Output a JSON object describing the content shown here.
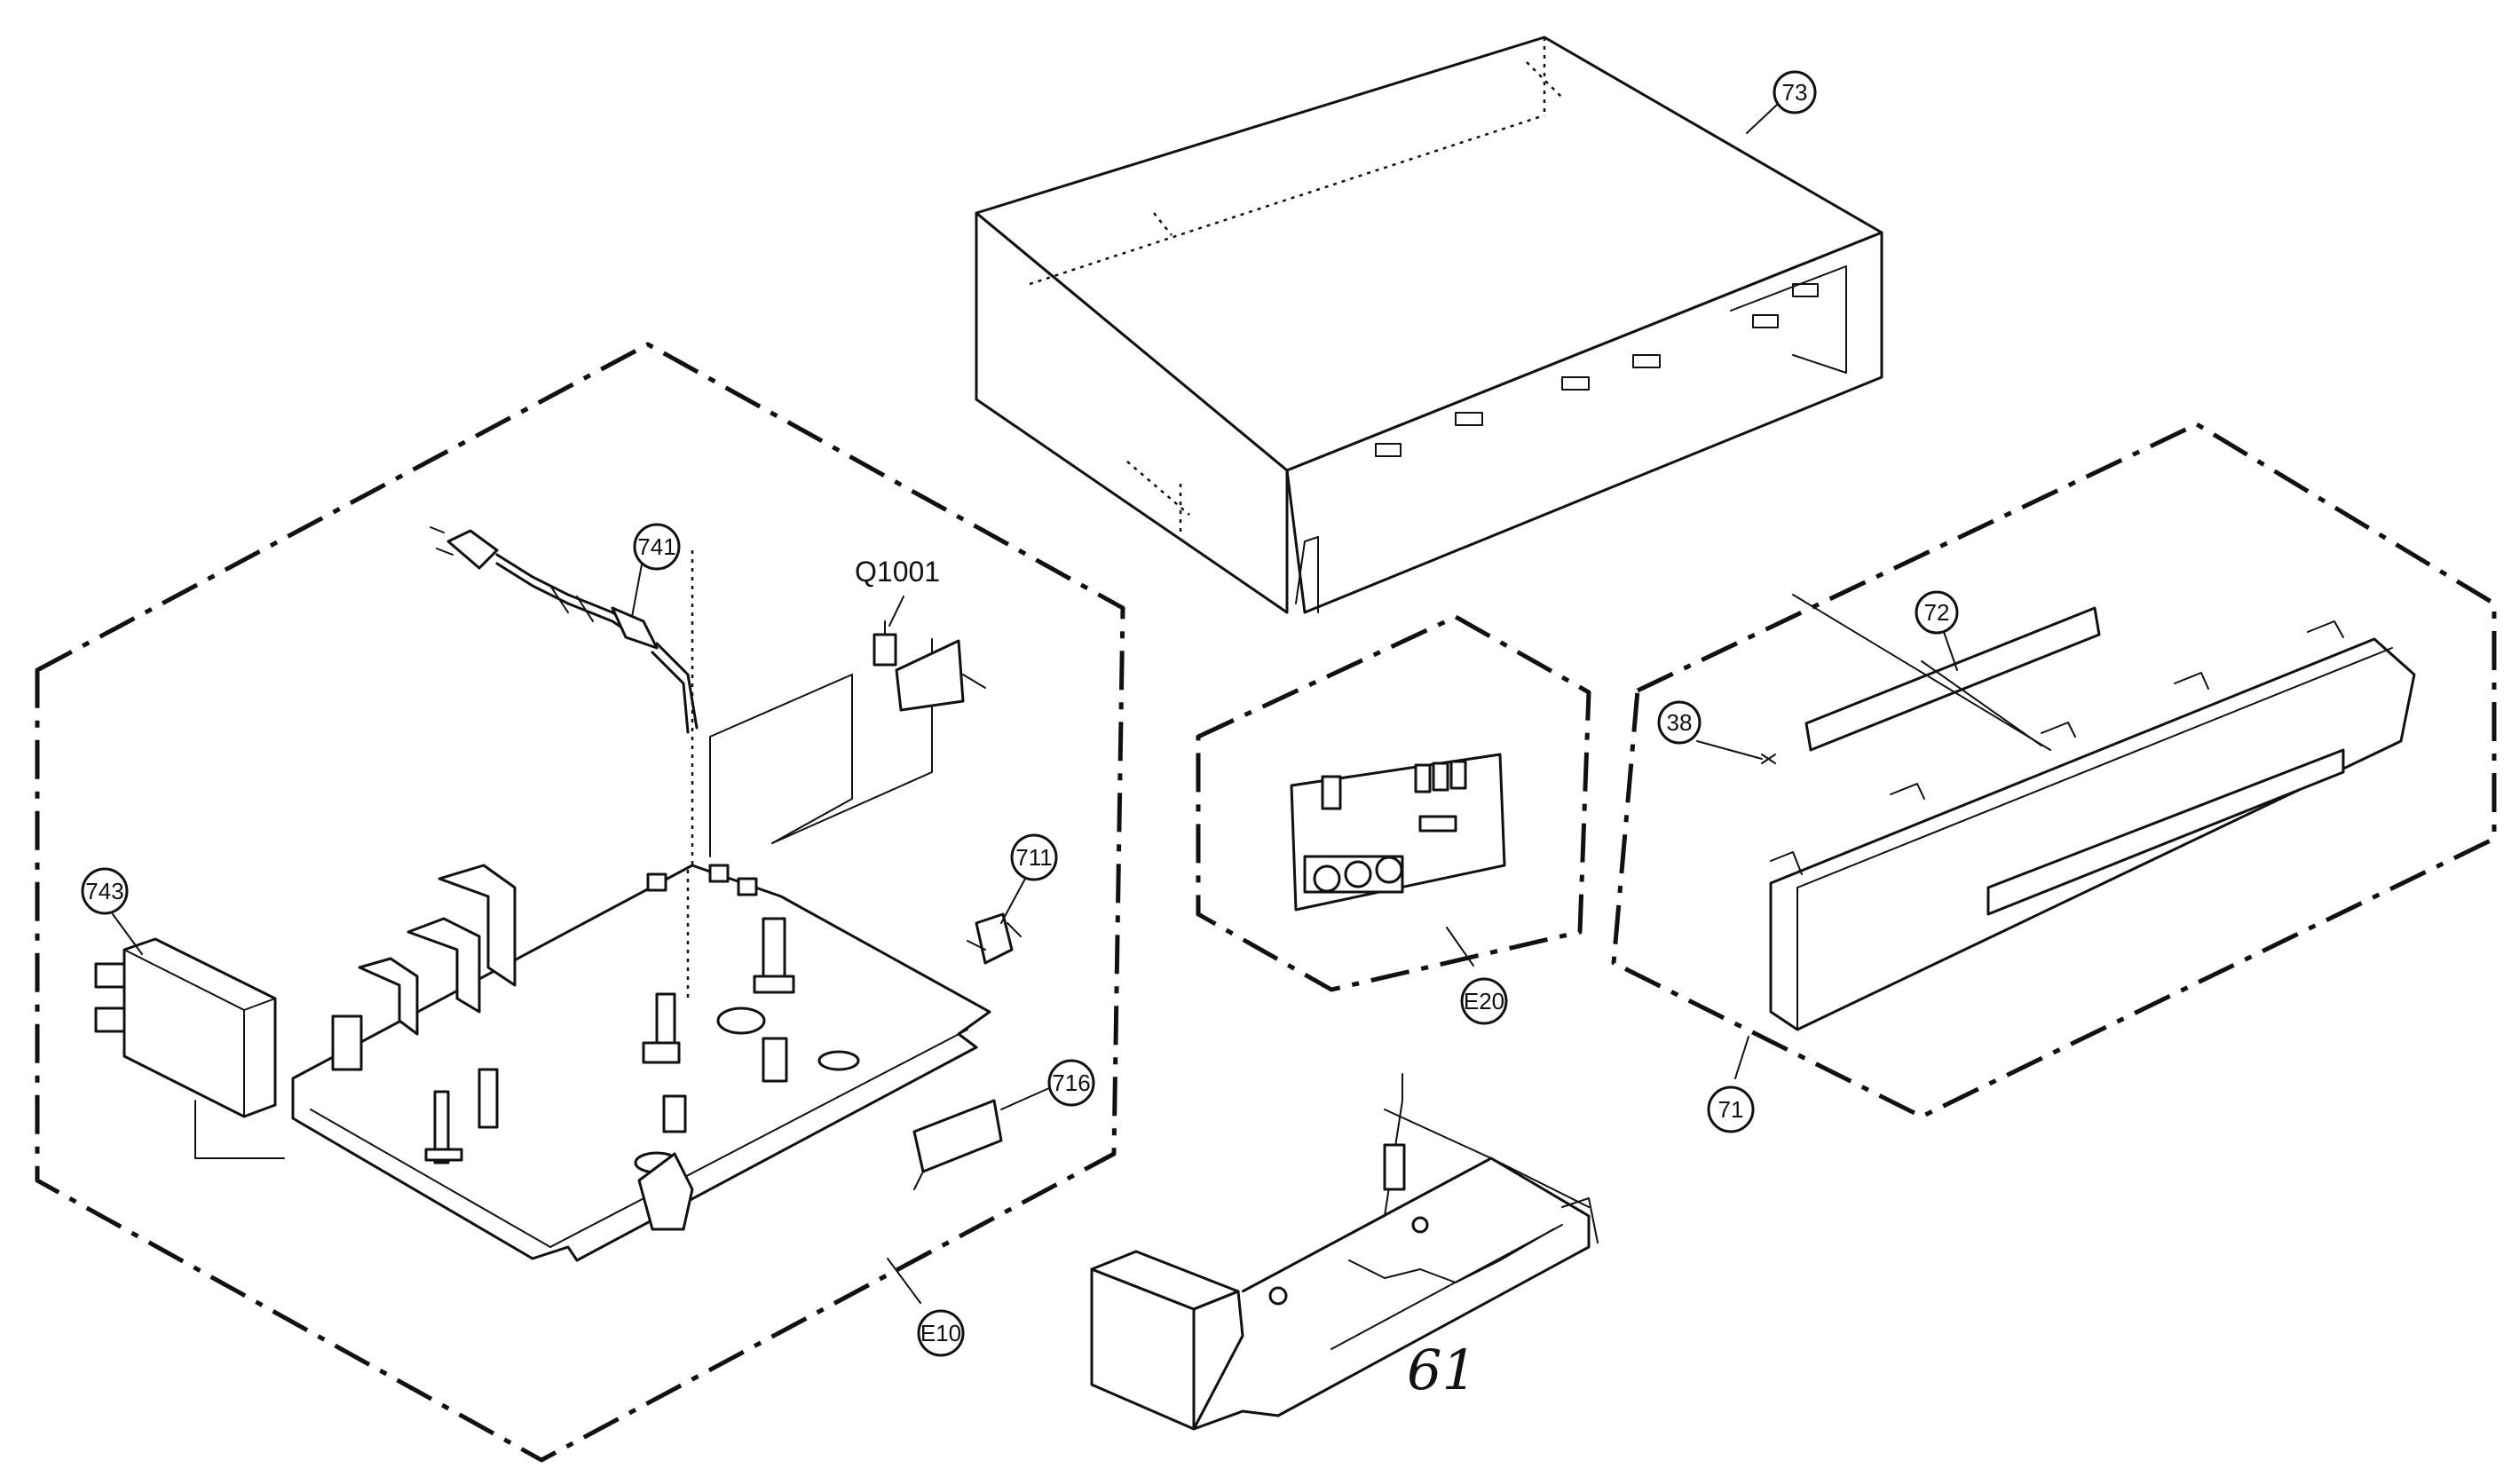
{
  "labels": {
    "part_73": "73",
    "part_741": "741",
    "part_q1001": "Q1001",
    "part_711": "711",
    "part_743": "743",
    "part_716": "716",
    "part_e10": "E10",
    "part_e20": "E20",
    "part_72": "72",
    "part_38": "38",
    "part_71": "71",
    "part_61": "61"
  }
}
